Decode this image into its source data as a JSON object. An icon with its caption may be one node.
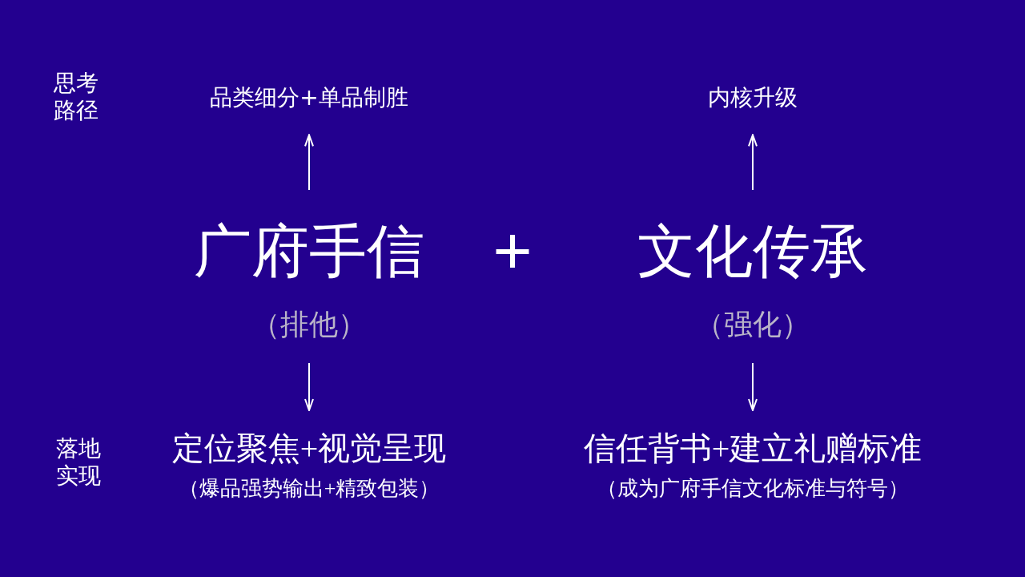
{
  "diagram": {
    "nodes": [
      {
        "text": [
          "品类细分+单品制胜"
        ]
      },
      {
        "text": [
          "内核升级"
        ]
      },
      {
        "text": [
          "广府手信",
          "（排他）"
        ]
      },
      {
        "text": [
          "文化传承",
          "（强化）"
        ]
      },
      {
        "text": [
          "定位聚焦+视觉呈现",
          "（爆品强势输出+精致包装）"
        ]
      },
      {
        "text": [
          "信任背书+建立礼赠标准",
          "（成为广府手信文化标准与符号）"
        ]
      }
    ],
    "edges": [
      {
        "from": 2,
        "to": 0,
        "arrow": "to"
      },
      {
        "from": 3,
        "to": 1,
        "arrow": "to"
      },
      {
        "from": 2,
        "to": 4,
        "arrow": "to"
      },
      {
        "from": 3,
        "to": 5,
        "arrow": "to"
      }
    ],
    "labels": [
      "思考路径",
      "+",
      "落地实现"
    ]
  }
}
